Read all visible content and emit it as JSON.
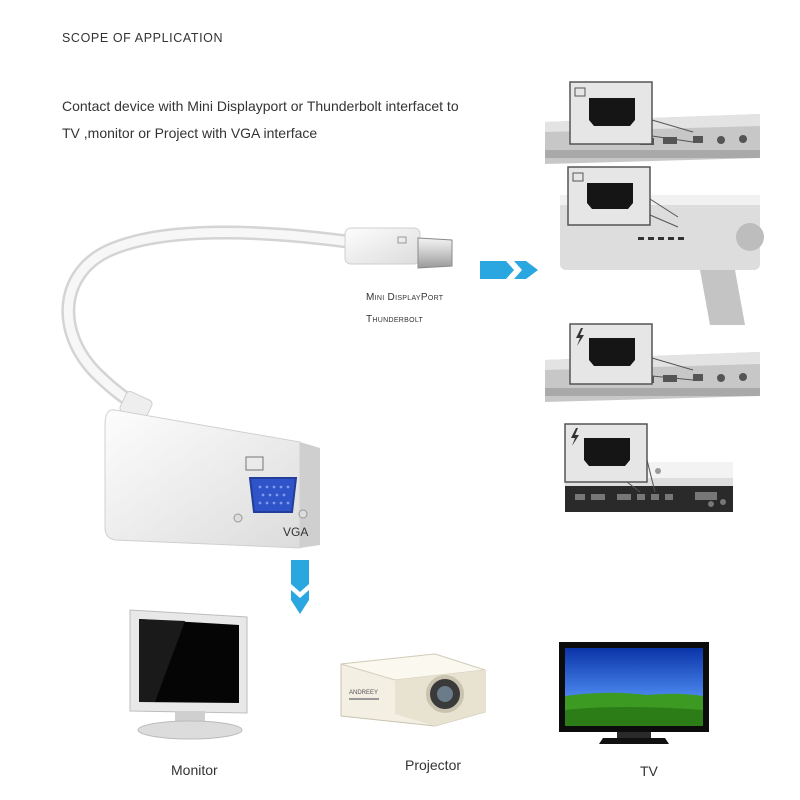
{
  "heading": "SCOPE OF APPLICATION",
  "description": {
    "line1": "Contact device with Mini Displayport or Thunderbolt interfacet to",
    "line2": "TV ,monitor or Project with VGA interface"
  },
  "port_labels": {
    "line1": "Mini DisplayPort",
    "line2": "Thunderbolt"
  },
  "vga_label": "VGA",
  "devices": {
    "monitor": "Monitor",
    "projector": "Projector",
    "tv": "TV"
  },
  "colors": {
    "arrow": "#2aa7e0",
    "port_box_bg": "#e6e6e6",
    "port_black": "#151515",
    "tv_sky": "#1f63d8",
    "tv_grass": "#3c9a23"
  },
  "icons": {
    "right_arrow": "double-chevron-right-arrow",
    "down_arrow": "double-chevron-down-arrow",
    "thunderbolt": "lightning-bolt-icon",
    "mini_displayport": "mini-displayport-icon"
  }
}
